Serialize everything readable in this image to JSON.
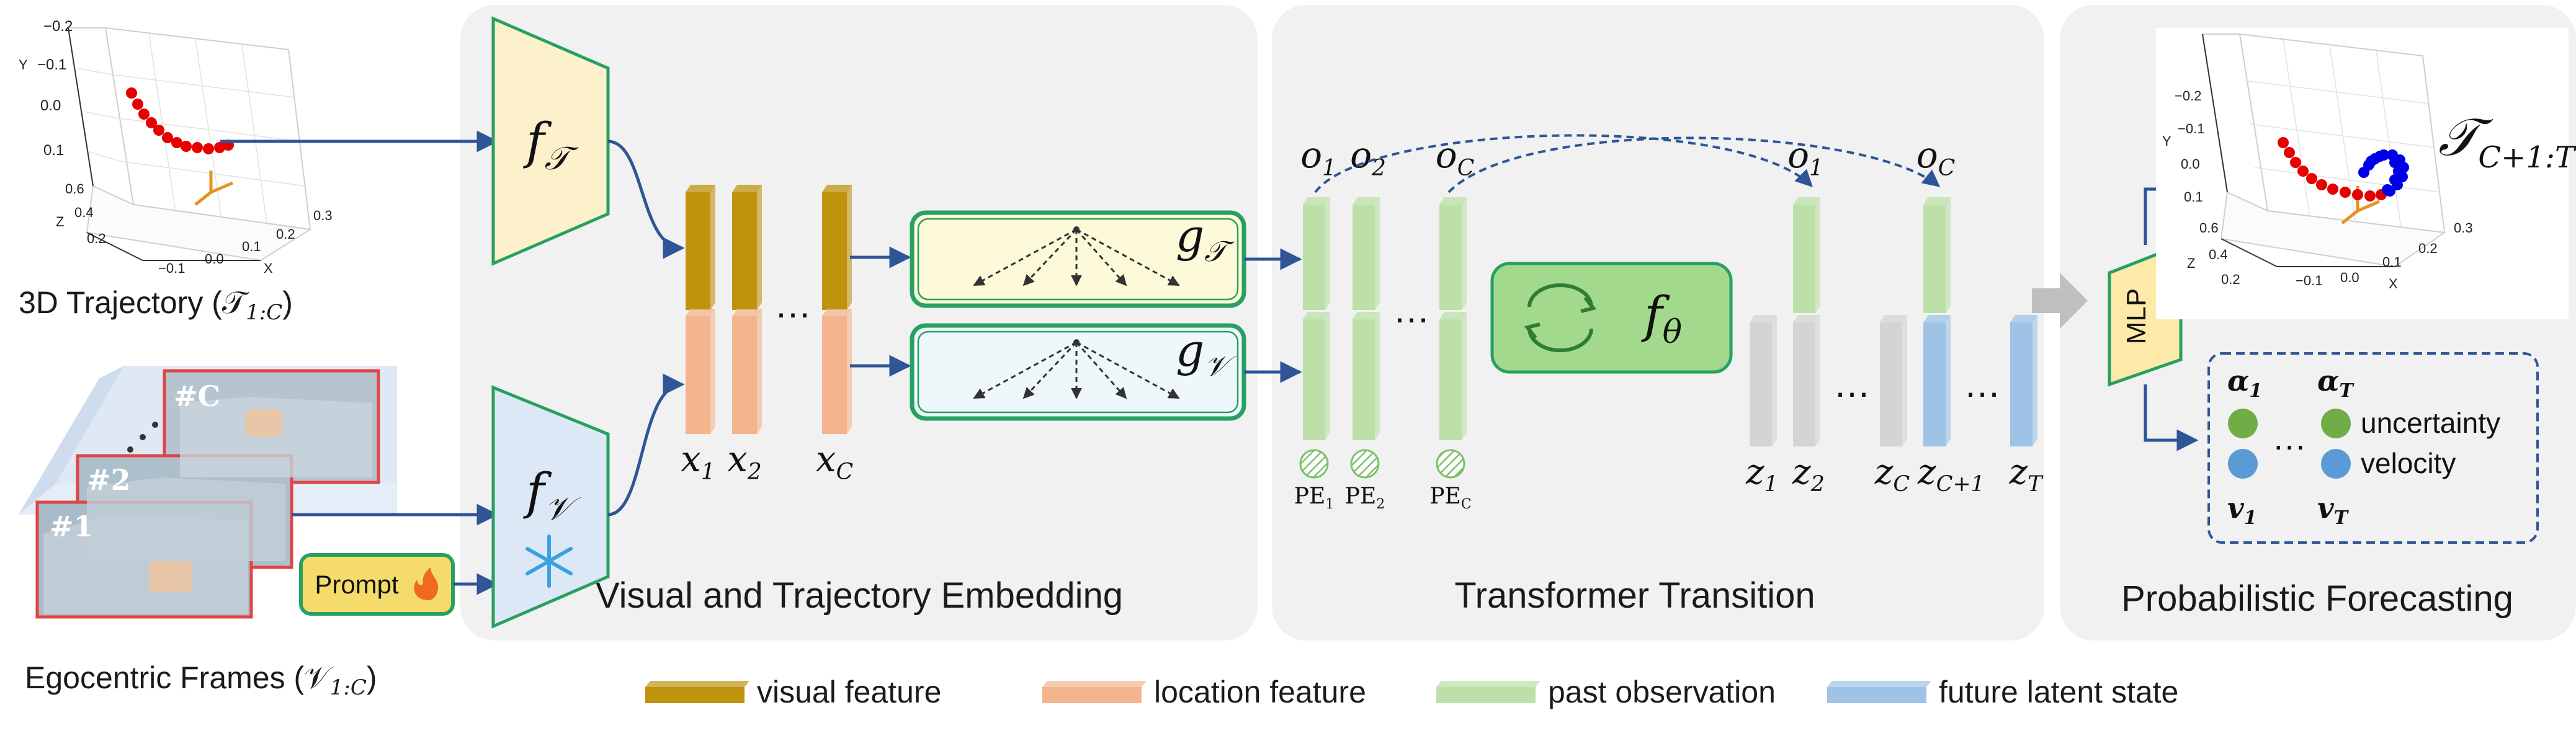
{
  "inputs": {
    "trajectory_label": "3D Trajectory (𝒯",
    "trajectory_sub": "1:C",
    "trajectory_close": ")",
    "frames_label": "Egocentric Frames (𝒱",
    "frames_sub": "1:C",
    "frames_close": ")",
    "frame_tags": [
      "#1",
      "#2",
      "#C"
    ],
    "prompt_label": "Prompt"
  },
  "plot_left": {
    "y_ticks": [
      "−0.1",
      "0.0",
      "0.1",
      "−0.2"
    ],
    "z_ticks": [
      "0.6",
      "0.4",
      "0.2"
    ],
    "x_ticks": [
      "−0.1",
      "0.0",
      "0.1",
      "0.2",
      "0.3"
    ],
    "axis_y": "Y",
    "axis_z": "Z",
    "axis_x": "X"
  },
  "plot_right": {
    "y_ticks": [
      "−0.2",
      "−0.1",
      "0.0",
      "0.1"
    ],
    "z_ticks": [
      "0.6",
      "0.4",
      "0.2"
    ],
    "x_ticks": [
      "−0.1",
      "0.0",
      "0.1",
      "0.2",
      "0.3"
    ],
    "axis_y": "Y",
    "axis_z": "Z",
    "axis_x": "X",
    "output_label": "𝒯",
    "output_sub": "C+1:T"
  },
  "panels": {
    "embedding_title": "Visual and Trajectory Embedding",
    "transformer_title": "Transformer Transition",
    "forecast_title": "Probabilistic Forecasting"
  },
  "encoders": {
    "traj_f": "f",
    "traj_sub": "𝒯",
    "vis_f": "f",
    "vis_sub": "𝒱",
    "g_traj": "g",
    "g_traj_sub": "𝒯",
    "g_vis": "g",
    "g_vis_sub": "𝒱"
  },
  "features": {
    "x_labels": [
      {
        "base": "x",
        "sub": "1"
      },
      {
        "base": "x",
        "sub": "2"
      },
      {
        "base": "x",
        "sub": "C"
      }
    ],
    "ellipsis": "…"
  },
  "transformer": {
    "o_labels": [
      {
        "base": "o",
        "sub": "1"
      },
      {
        "base": "o",
        "sub": "2"
      },
      {
        "base": "o",
        "sub": "C"
      }
    ],
    "o_out_labels": [
      {
        "base": "o",
        "sub": "1"
      },
      {
        "base": "o",
        "sub": "C"
      }
    ],
    "pe_labels": [
      {
        "base": "PE",
        "sub": "1"
      },
      {
        "base": "PE",
        "sub": "2"
      },
      {
        "base": "PE",
        "sub": "C"
      }
    ],
    "core_f": "f",
    "core_sub": "θ",
    "z_labels": [
      {
        "base": "z",
        "sub": "1"
      },
      {
        "base": "z",
        "sub": "2"
      },
      {
        "base": "z",
        "sub": "C"
      },
      {
        "base": "z",
        "sub": "C+1"
      },
      {
        "base": "z",
        "sub": "T"
      }
    ]
  },
  "forecast": {
    "mlp_label": "MLP",
    "alpha_1": "α",
    "alpha_1_sub": "1",
    "alpha_t": "α",
    "alpha_t_sub": "T",
    "v_1": "v",
    "v_1_sub": "1",
    "v_t": "v",
    "v_t_sub": "T",
    "uncertainty_label": "uncertainty",
    "velocity_label": "velocity",
    "ellipsis": "…"
  },
  "legend": [
    {
      "label": "visual feature",
      "color": "#c0930e"
    },
    {
      "label": "location feature",
      "color": "#f3b48e"
    },
    {
      "label": "past observation",
      "color": "#bde0a8"
    },
    {
      "label": "future latent state",
      "color": "#9ec3e6"
    }
  ],
  "colors": {
    "panel": "#f1f1f1",
    "arrow": "#2f5597",
    "green_border": "#27a061",
    "traj_encoder_fill": "#fdf1cc",
    "vis_encoder_fill": "#dde8f6",
    "core_fill": "#a3d98c",
    "mlp_fill": "#fde9a8",
    "uncertainty": "#70ad47",
    "velocity": "#5b9bd5",
    "traj_red": "#e60000",
    "traj_blue": "#0000e6",
    "latent_gray": "#d4d4d4"
  }
}
